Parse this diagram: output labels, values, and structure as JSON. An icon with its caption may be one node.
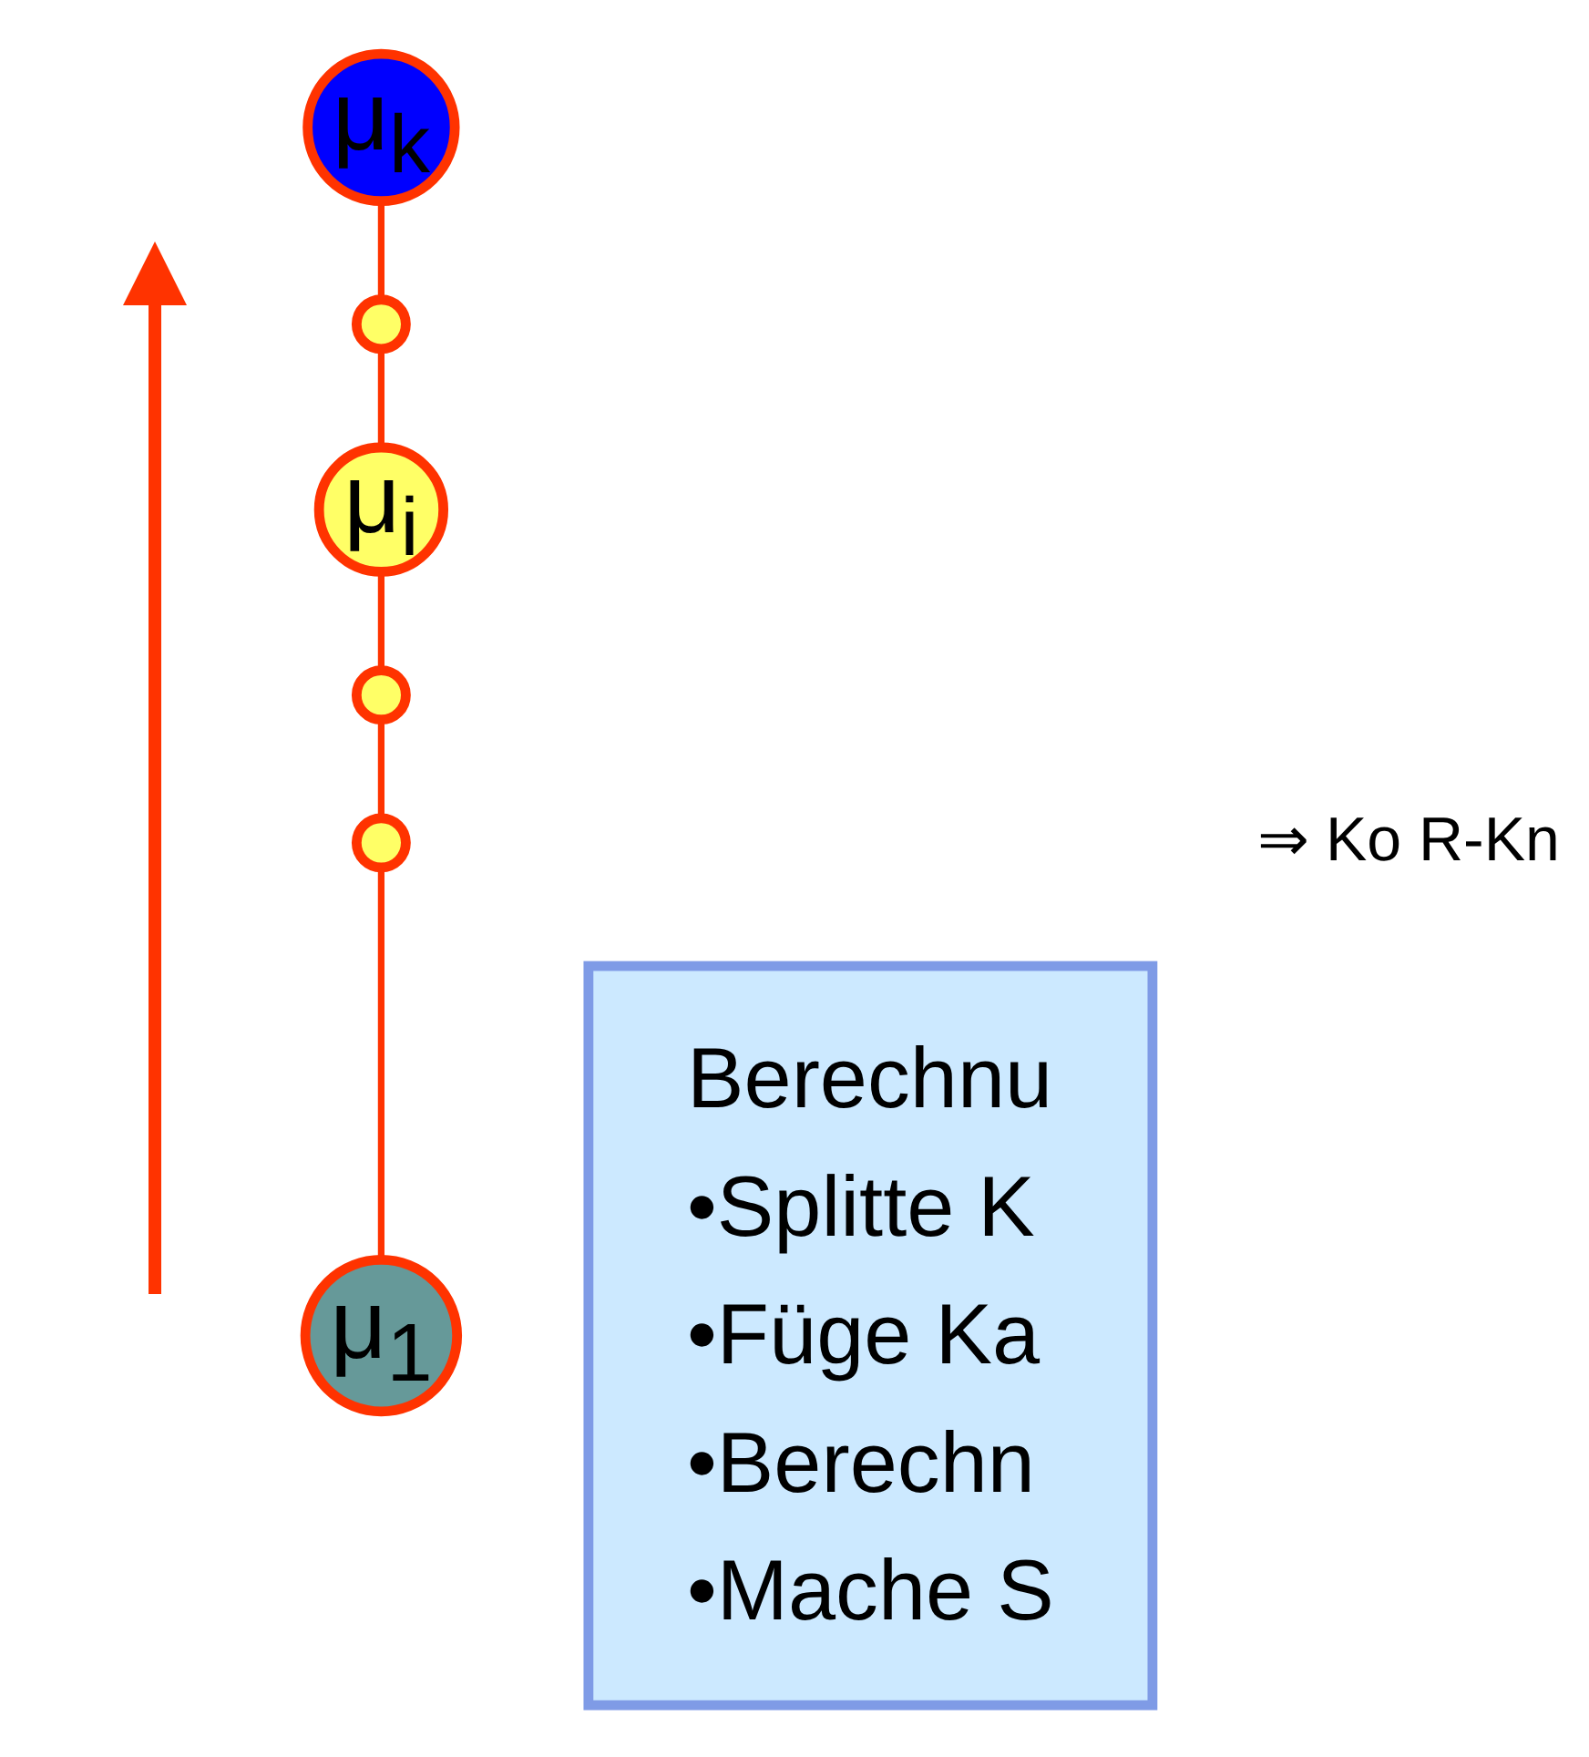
{
  "diagram": {
    "nodes": [
      {
        "text": [
          "μ$_{k}$"
        ]
      },
      {
        "text": [],
        "shape": "circle"
      },
      {
        "text": [
          "μ$_{i}$"
        ]
      },
      {
        "text": [],
        "shape": "circle"
      },
      {
        "text": [],
        "shape": "circle"
      },
      {
        "text": [
          "μ$_{1}$"
        ]
      },
      {
        "text": [
          "Berechnu",
          "•Splitte K",
          "•Füge Ka",
          "•Berechn",
          "•Mache S"
        ]
      }
    ],
    "edges": [
      {
        "from": 5,
        "to": 4,
        "arrow": "none"
      },
      {
        "from": 4,
        "to": 3,
        "arrow": "none"
      },
      {
        "from": 3,
        "to": 2,
        "arrow": "none"
      },
      {
        "from": 2,
        "to": 1,
        "arrow": "none"
      },
      {
        "from": 1,
        "to": 0,
        "arrow": "none"
      }
    ],
    "labels": [
      "⇒ Ko R-Kn"
    ]
  }
}
